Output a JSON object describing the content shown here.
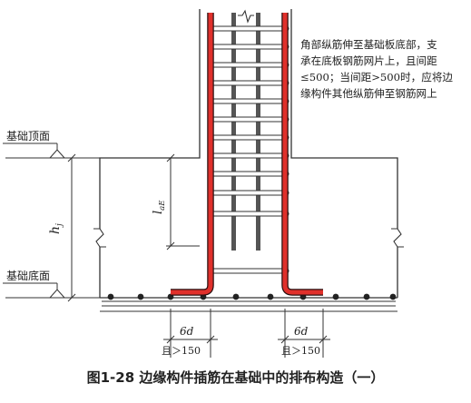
{
  "labels": {
    "foundation_top": "基础顶面",
    "foundation_bottom": "基础底面",
    "hj": "h",
    "hj_sub": "j",
    "lae": "l",
    "lae_sub": "aE",
    "dim_left": "6d",
    "dim_right": "6d",
    "spacing_left": "且＞150",
    "spacing_right": "且＞150"
  },
  "note": [
    "角部纵筋伸至基础板底部，支",
    "承在底板钢筋网片上，且间距",
    "≤500；当间距>500时，应将边",
    "缘构件其他纵筋伸至钢筋网上"
  ],
  "caption": "图1-28  边缘构件插筋在基础中的排布构造（一）",
  "colors": {
    "anchored_bar": "#e0302b",
    "other_bar": "#555555",
    "line": "#333333",
    "concrete": "#ffffff"
  }
}
